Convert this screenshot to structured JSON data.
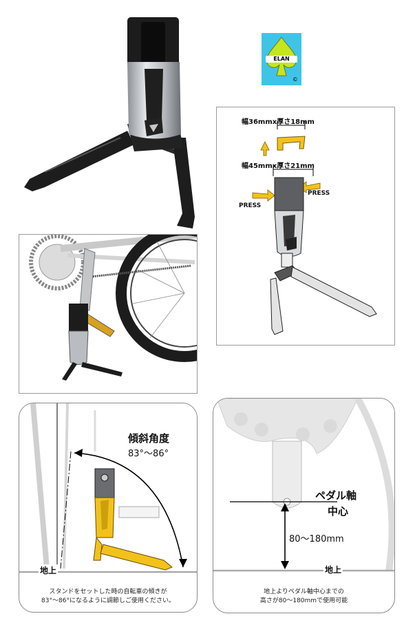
{
  "logo": {
    "brand": "ELAN",
    "mark": "©"
  },
  "dims": {
    "clip_label": "幅36mmx厚さ18mm",
    "body_label": "幅45mmx厚さ21mm",
    "press_left": "PRESS",
    "press_right": "PRESS"
  },
  "angle_panel": {
    "title": "傾斜角度",
    "range": "83°～86°",
    "ground": "地上",
    "caption_line1": "スタンドをセットした時の自転車の傾きが",
    "caption_line2": "83°～86°になるように調節しご使用ください。"
  },
  "height_panel": {
    "label_line1": "ペダル軸",
    "label_line2": "中心",
    "height_range": "80～180mm",
    "ground": "地上",
    "caption_line1": "地上よりペダル軸中心までの",
    "caption_line2": "高さが80～180mmで使用可能"
  },
  "colors": {
    "logo_bg": "#3fc4e8",
    "logo_spade": "#c6e61c",
    "highlight_yellow": "#f2c21a",
    "silver": "#b9bcc0",
    "black": "#1a1a1a"
  }
}
